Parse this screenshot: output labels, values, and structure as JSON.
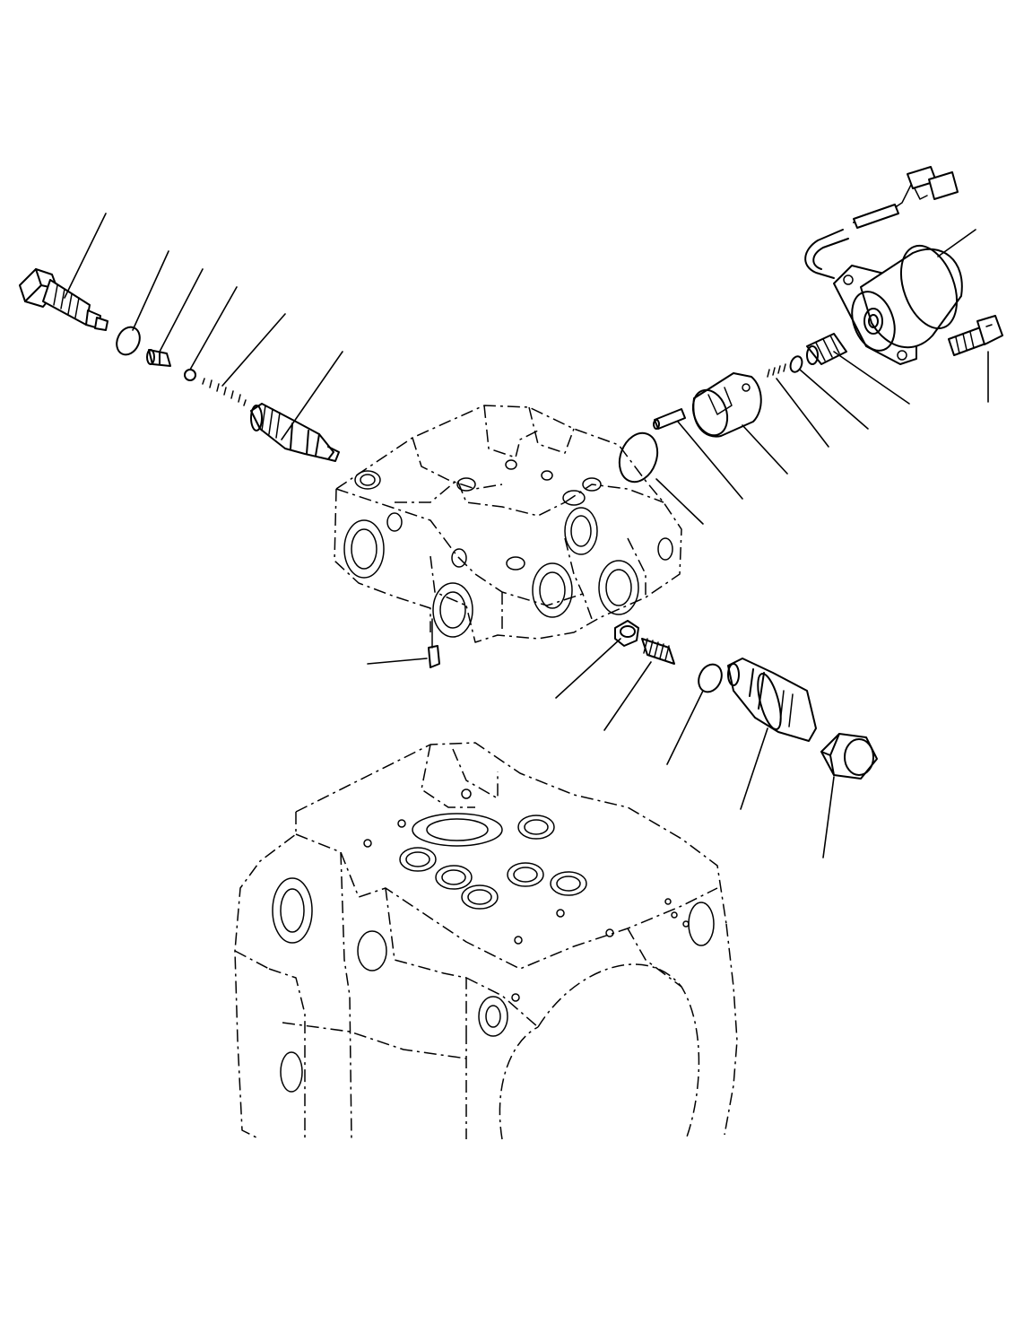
{
  "diagram": {
    "type": "exploded-parts-view",
    "line_color": "#000000",
    "background": "#ffffff",
    "parts": [
      {
        "id": "plug-left"
      },
      {
        "id": "o-ring-left"
      },
      {
        "id": "seat-left"
      },
      {
        "id": "ball-left"
      },
      {
        "id": "spring-left"
      },
      {
        "id": "valve-spool-left"
      },
      {
        "id": "solenoid-assembly"
      },
      {
        "id": "solenoid-bolt"
      },
      {
        "id": "solenoid-plunger"
      },
      {
        "id": "washer"
      },
      {
        "id": "small-spring-right"
      },
      {
        "id": "sleeve"
      },
      {
        "id": "pin"
      },
      {
        "id": "o-ring-large"
      },
      {
        "id": "plug-bottom"
      },
      {
        "id": "cap"
      },
      {
        "id": "spring-lower"
      },
      {
        "id": "o-ring-lower"
      },
      {
        "id": "valve-lower"
      },
      {
        "id": "nut"
      },
      {
        "id": "valve-body"
      },
      {
        "id": "pump-housing"
      }
    ]
  }
}
